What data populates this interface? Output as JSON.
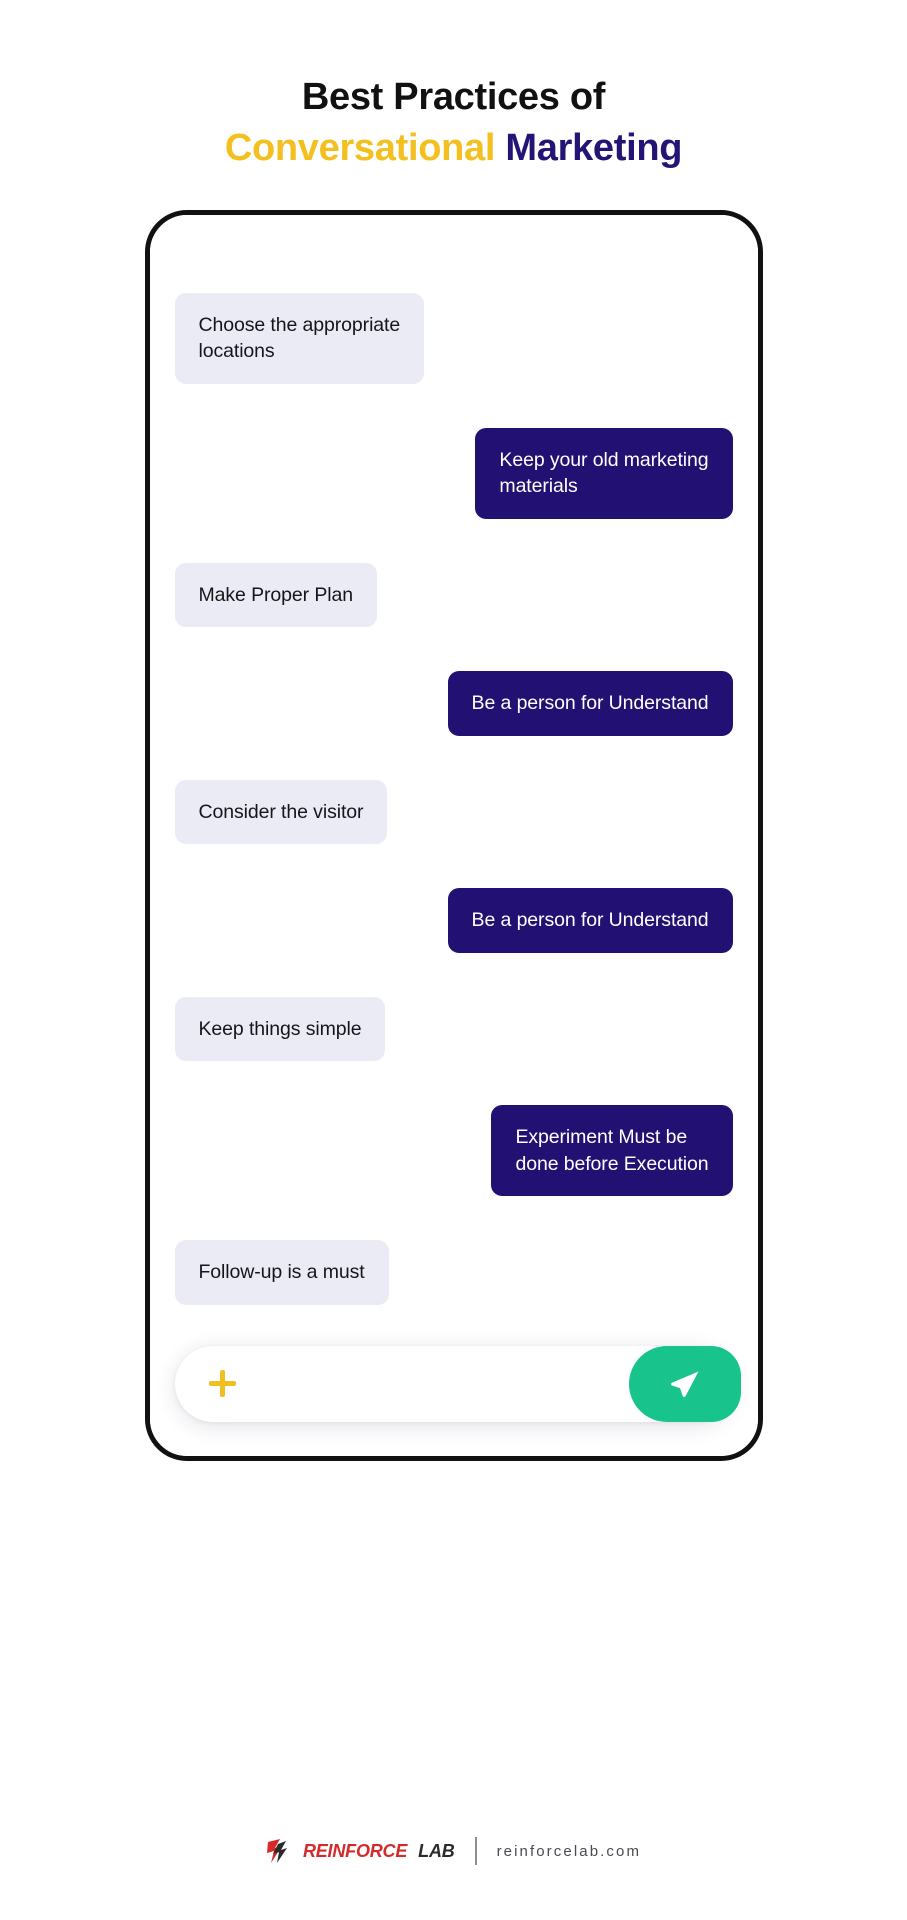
{
  "header": {
    "title_line1": "Best Practices of",
    "title_accent": "Conversational",
    "title_brand": "Marketing",
    "accent_color": "#F4C020",
    "brand_color": "#241476"
  },
  "phone": {
    "notch": "waterdrop-notch"
  },
  "chat": {
    "messages": [
      {
        "side": "left",
        "text": "Choose the appropriate\n locations"
      },
      {
        "side": "right",
        "text": "Keep your old marketing\nmaterials"
      },
      {
        "side": "left",
        "text": "Make Proper Plan"
      },
      {
        "side": "right",
        "text": "Be a person for Understand"
      },
      {
        "side": "left",
        "text": "Consider the visitor"
      },
      {
        "side": "right",
        "text": "Be a person for Understand"
      },
      {
        "side": "left",
        "text": "Keep things simple"
      },
      {
        "side": "right",
        "text": "Experiment Must be\ndone before Execution"
      },
      {
        "side": "left",
        "text": "Follow-up is a must"
      }
    ],
    "incoming_color": "#EBEBF6",
    "outgoing_color": "#221072"
  },
  "composer": {
    "attach_icon": "plus-icon",
    "attach_color": "#F2BF22",
    "input_value": "",
    "input_placeholder": "",
    "send_icon": "send-paper-plane-icon",
    "send_color": "#18C48C"
  },
  "footer": {
    "logo_mark": "reinforce-lab-mark",
    "logo_word1": "REINFORCE",
    "logo_word2": "LAB",
    "url": "reinforcelab.com"
  }
}
